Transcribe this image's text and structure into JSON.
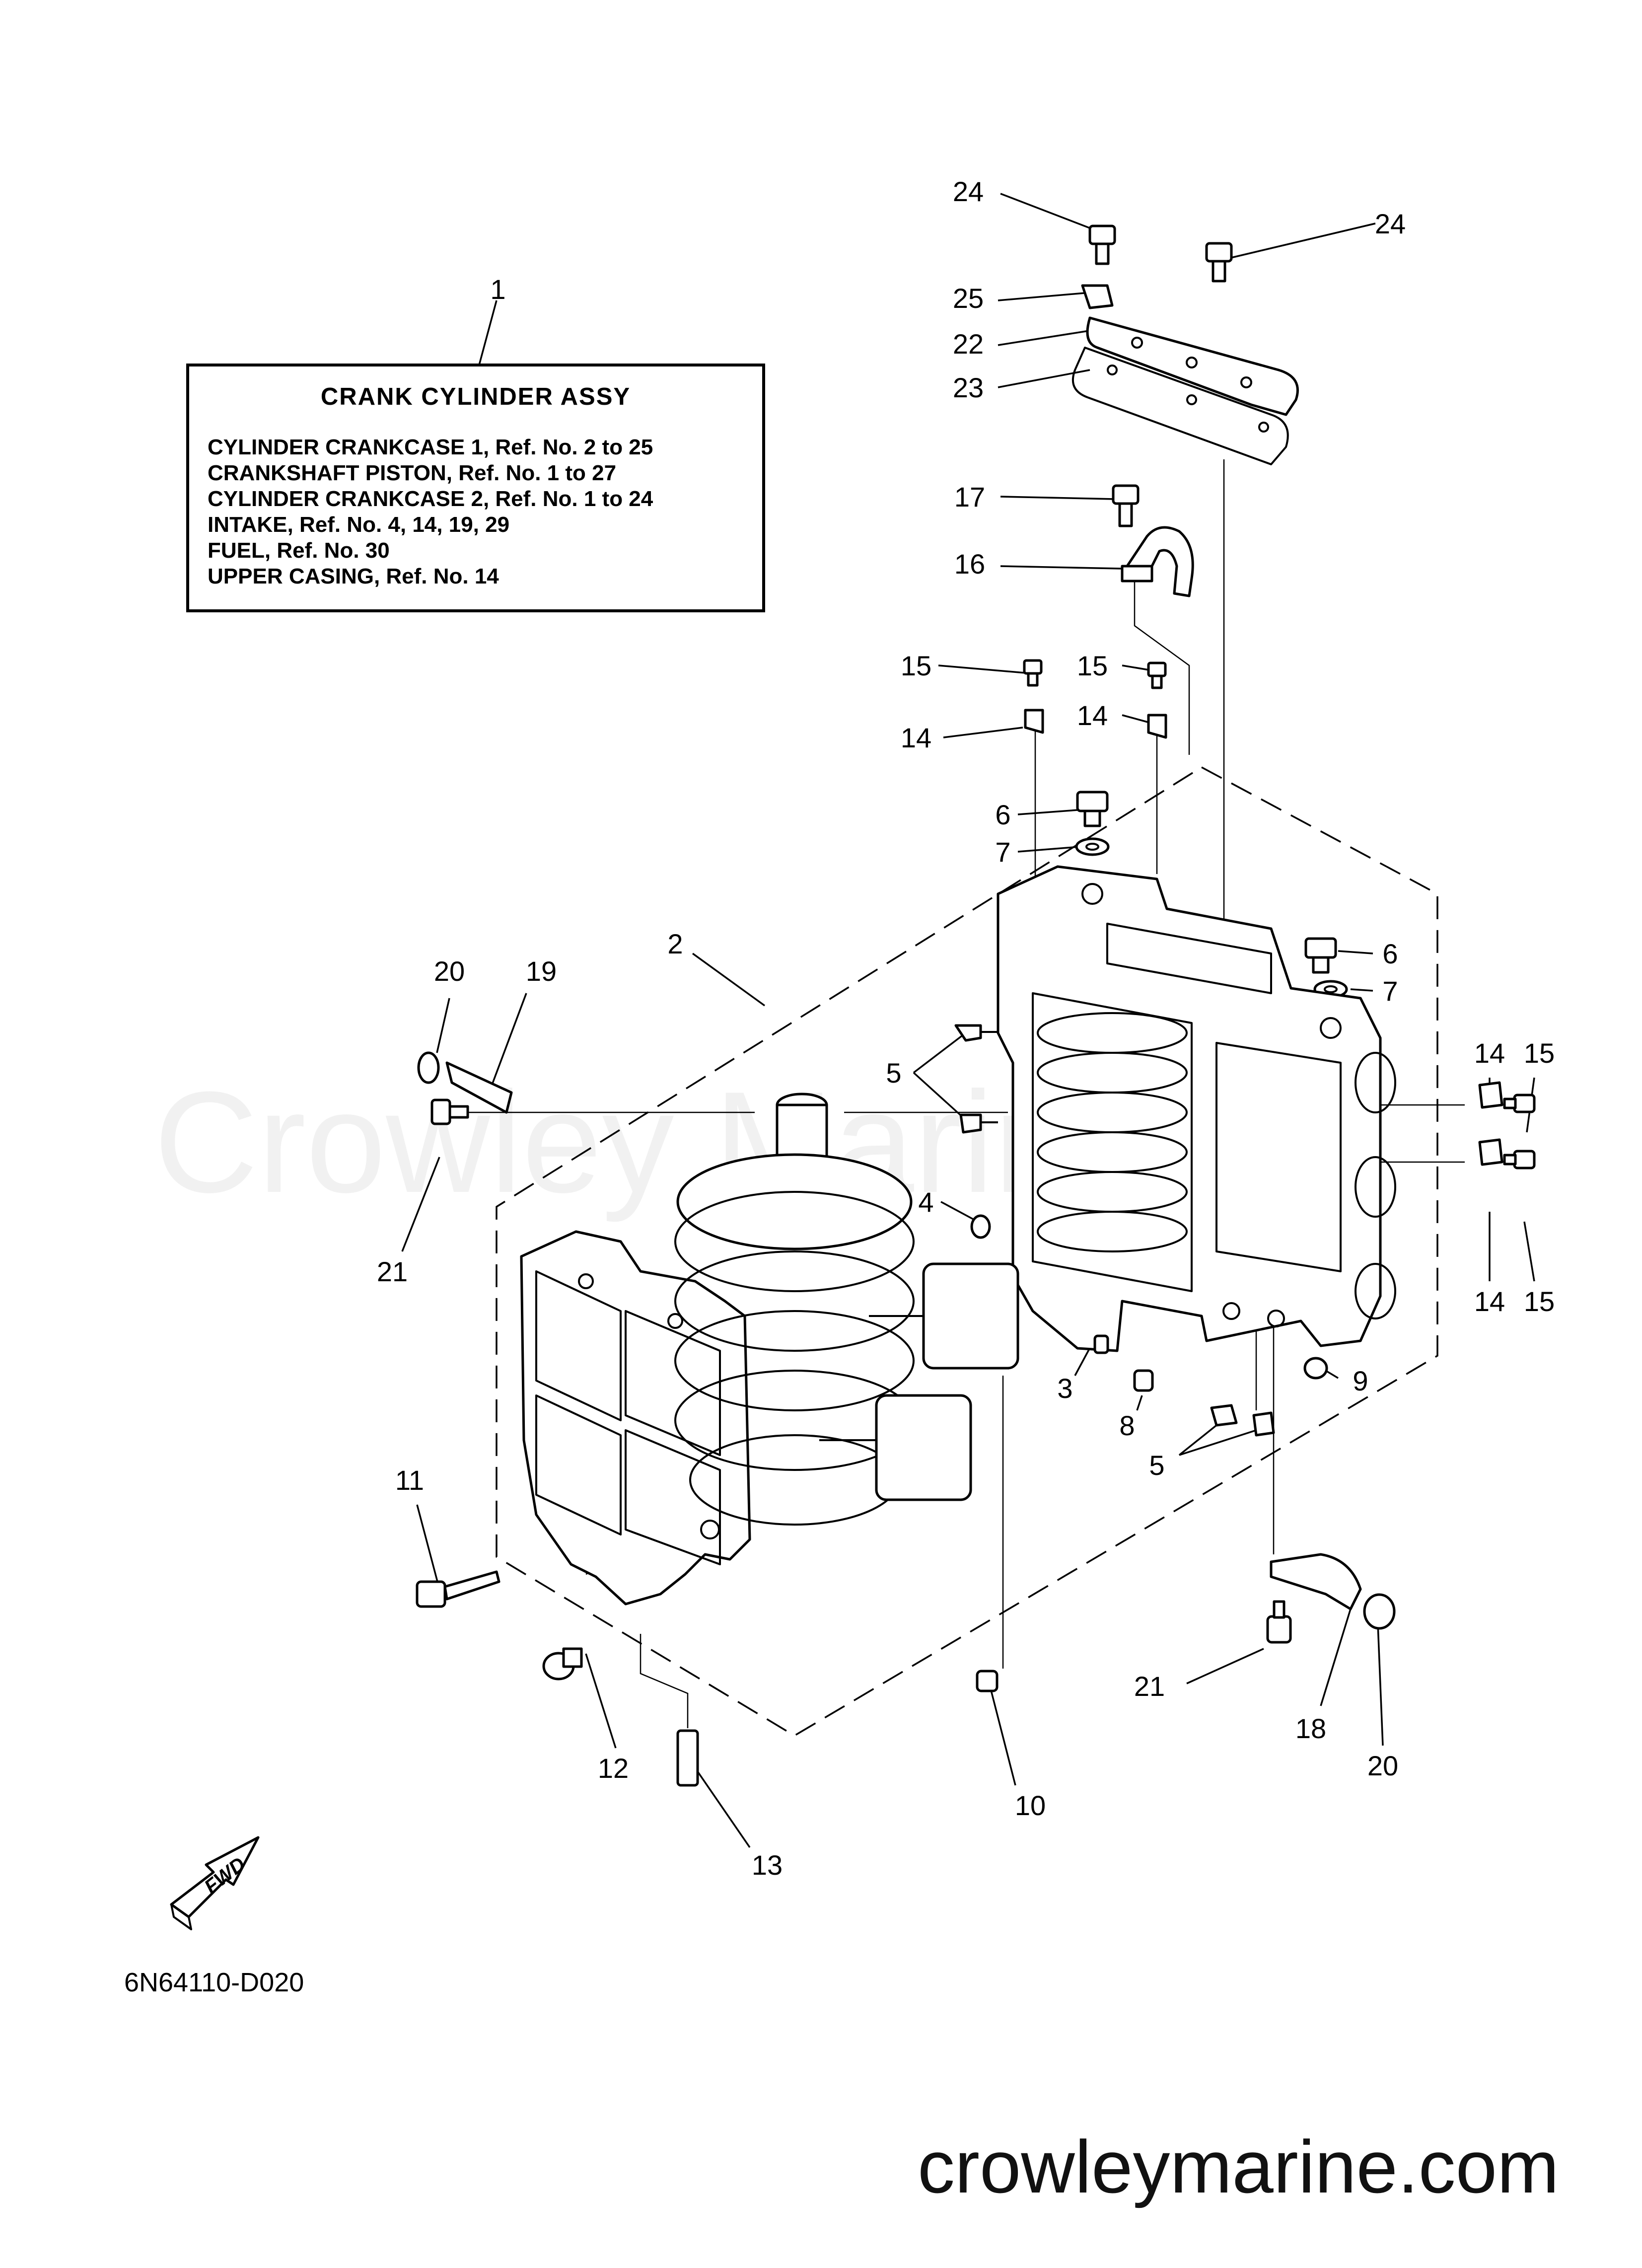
{
  "watermark": "Crowley Marine",
  "legend_box": {
    "title": "CRANK CYLINDER ASSY",
    "lines": [
      "CYLINDER CRANKCASE 1,  Ref. No. 2 to 25",
      "CRANKSHAFT PISTON,  Ref. No. 1 to 27",
      "CYLINDER CRANKCASE 2,  Ref. No. 1 to 24",
      "INTAKE,   Ref. No. 4, 14, 19, 29",
      "FUEL,  Ref. No. 30",
      "UPPER CASING,  Ref. No. 14"
    ]
  },
  "callouts": {
    "c1": "1",
    "c2": "2",
    "c3": "3",
    "c4": "4",
    "c5a": "5",
    "c5b": "5",
    "c6a": "6",
    "c6b": "6",
    "c7a": "7",
    "c7b": "7",
    "c8": "8",
    "c9": "9",
    "c10": "10",
    "c11": "11",
    "c12": "12",
    "c13": "13",
    "c14a": "14",
    "c14b": "14",
    "c14c": "14",
    "c14d": "14",
    "c15a": "15",
    "c15b": "15",
    "c15c": "15",
    "c15d": "15",
    "c16": "16",
    "c17": "17",
    "c18": "18",
    "c19": "19",
    "c20a": "20",
    "c20b": "20",
    "c21a": "21",
    "c21b": "21",
    "c22": "22",
    "c23": "23",
    "c24a": "24",
    "c24b": "24",
    "c25": "25"
  },
  "fwd_label": "FWD",
  "diagram_code": "6N64110-D020",
  "brand_url": "crowleymarine.com"
}
